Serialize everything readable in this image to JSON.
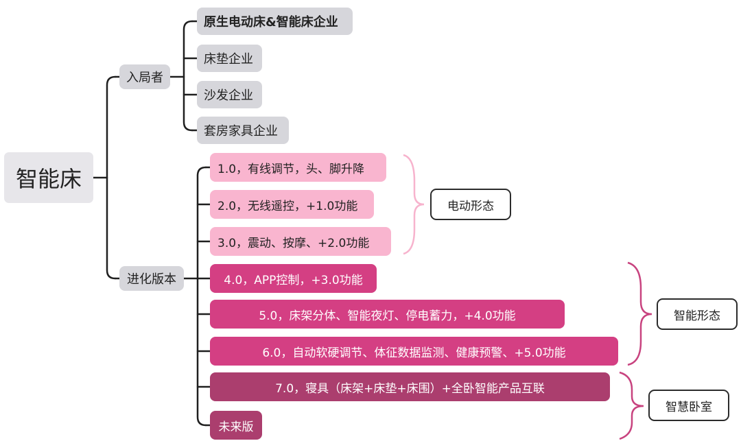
{
  "root": {
    "label": "智能床"
  },
  "branches": {
    "entrants": {
      "label": "入局者",
      "items": [
        "原生电动床&智能床企业",
        "床垫企业",
        "沙发企业",
        "套房家具企业"
      ]
    },
    "evolution": {
      "label": "进化版本",
      "items": [
        "1.0，有线调节，头、脚升降",
        "2.0，无线遥控，+1.0功能",
        "3.0，震动、按摩、+2.0功能",
        "4.0，APP控制，+3.0功能",
        "5.0，床架分体、智能夜灯、停电蓄力，+4.0功能",
        "6.0，自动软硬调节、体征数据监测、健康预警、+5.0功能",
        "7.0，寝具（床架+床垫+床围）+全卧智能产品互联",
        "未来版"
      ]
    }
  },
  "groups": {
    "electric": "电动形态",
    "smart": "智能形态",
    "bedroom": "智慧卧室"
  },
  "colors": {
    "line": "#1f1f1f",
    "gray_node": "#d6d6db",
    "light_pink": "#f9b5cf",
    "magenta": "#d43f83",
    "plum": "#ab3e6e",
    "brace_pink": "#f7b3cd",
    "brace_magenta": "#c8437f"
  }
}
